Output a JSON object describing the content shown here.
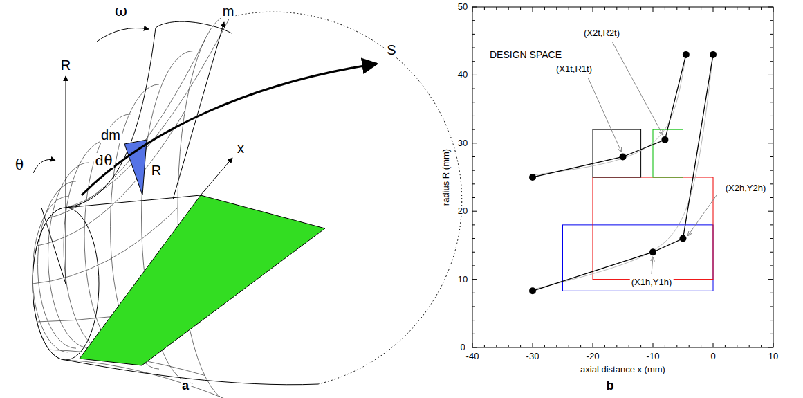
{
  "diagram": {
    "labels": [
      "ω",
      "m",
      "R",
      "S",
      "dm",
      "dθ",
      "R",
      "x",
      "θ",
      "a",
      "b",
      "50",
      "40",
      "30",
      "20",
      "10",
      "0",
      "-40",
      "-30",
      "-20",
      "-10",
      "0",
      "10",
      "radius R (mm)",
      "axial distance x (mm)",
      "DESIGN SPACE",
      "(X2t,R2t)",
      "(X1t,R1t)",
      "(X2h,Y2h)",
      "(X1h,Y1h)"
    ]
  }
}
